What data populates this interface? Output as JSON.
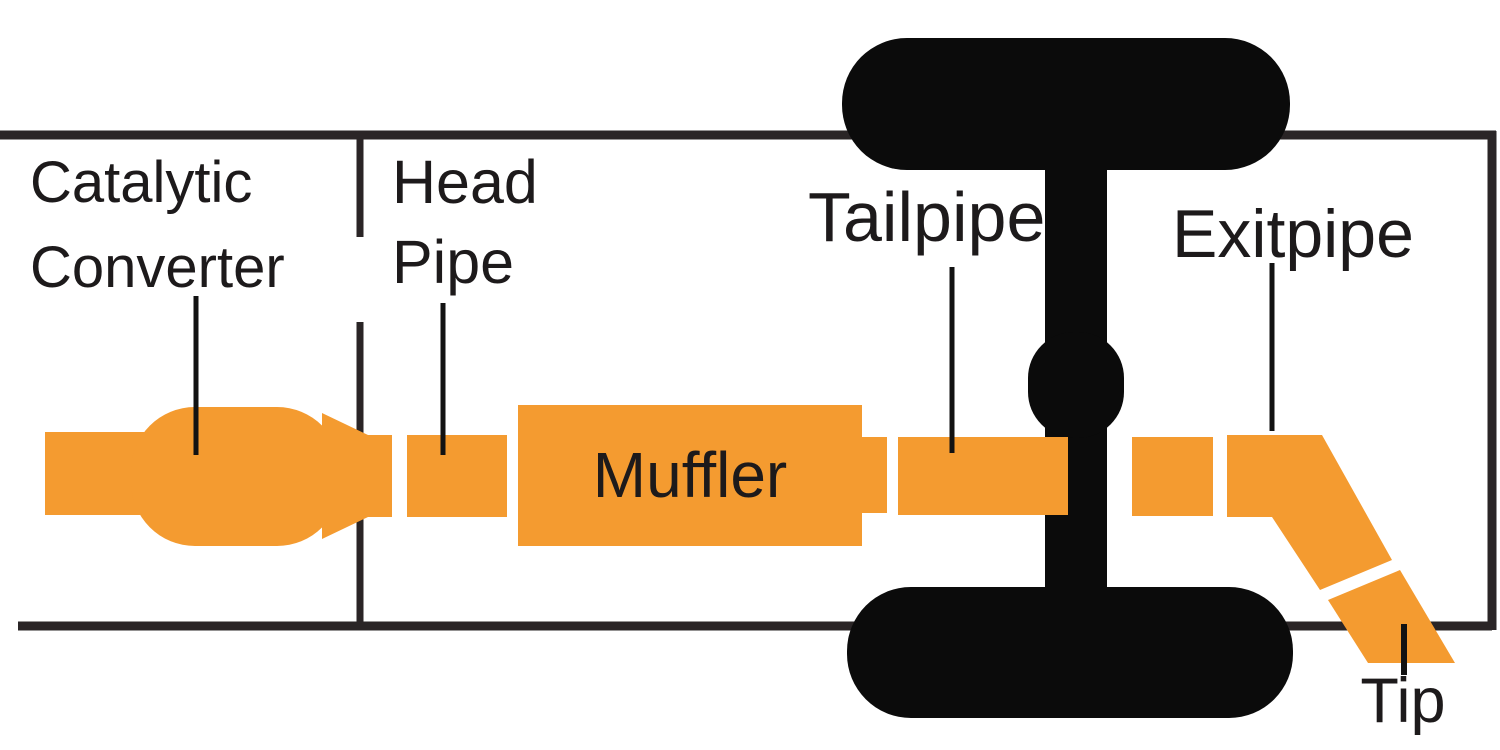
{
  "diagram": {
    "labels": {
      "catalytic_converter_line1": "Catalytic",
      "catalytic_converter_line2": "Converter",
      "head_pipe_line1": "Head",
      "head_pipe_line2": "Pipe",
      "muffler": "Muffler",
      "tailpipe": "Tailpipe",
      "exitpipe": "Exitpipe",
      "tip": "Tip"
    },
    "colors": {
      "pipe_orange": "#F49B30",
      "driveline_black": "#0B0B0B",
      "frame_line": "#2A2526",
      "pointer_line": "#121212",
      "label_text": "#1D1A1B",
      "background": "#FFFFFF"
    }
  }
}
